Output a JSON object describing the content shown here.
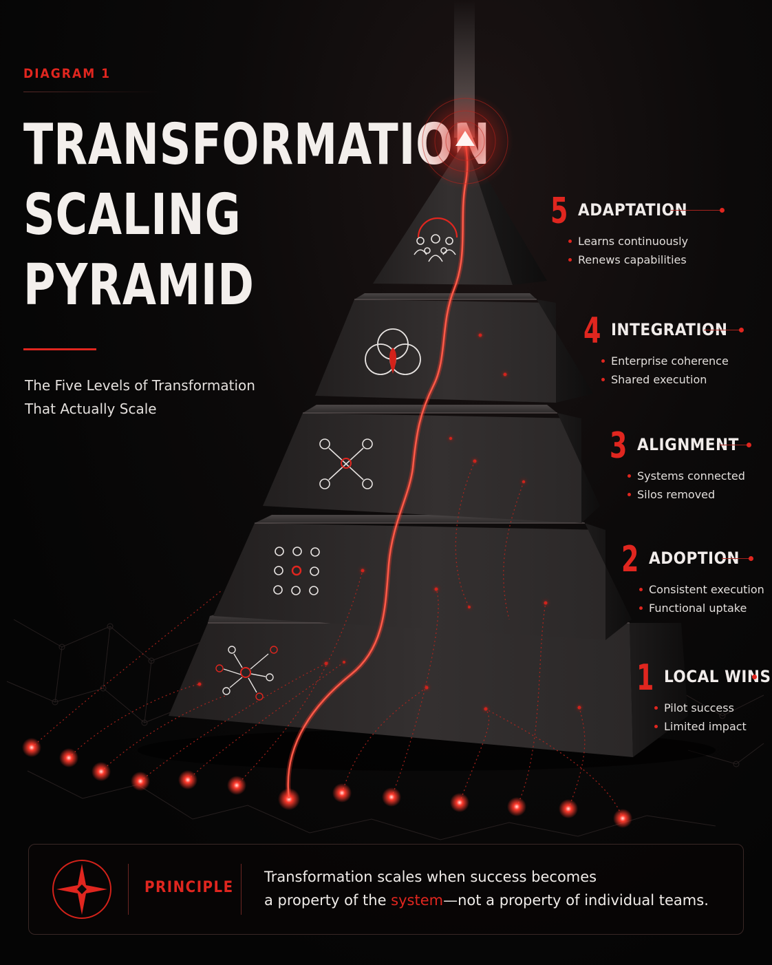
{
  "header": {
    "eyebrow": "DIAGRAM 1",
    "title_lines": [
      "TRANSFORMATION",
      "SCALING",
      "PYRAMID"
    ],
    "subtitle_lines": [
      "The Five Levels of Transformation",
      "That Actually Scale"
    ]
  },
  "levels": [
    {
      "number": "5",
      "title": "ADAPTATION",
      "bullets": [
        "Learns continuously",
        "Renews capabilities"
      ],
      "icon": "team-icon"
    },
    {
      "number": "4",
      "title": "INTEGRATION",
      "bullets": [
        "Enterprise coherence",
        "Shared execution"
      ],
      "icon": "venn-icon"
    },
    {
      "number": "3",
      "title": "ALIGNMENT",
      "bullets": [
        "Systems connected",
        "Silos removed"
      ],
      "icon": "network-icon"
    },
    {
      "number": "2",
      "title": "ADOPTION",
      "bullets": [
        "Consistent execution",
        "Functional uptake"
      ],
      "icon": "grid-dots-icon"
    },
    {
      "number": "1",
      "title": "LOCAL WINS",
      "bullets": [
        "Pilot success",
        "Limited impact"
      ],
      "icon": "scattered-arrows-icon"
    }
  ],
  "principle": {
    "label": "PRINCIPLE",
    "line1": "Transformation scales when success becomes",
    "line2_before": "a property of the ",
    "line2_highlight": "system",
    "line2_after": "—not a property of individual teams.",
    "icon": "compass-star-icon"
  },
  "colors": {
    "accent": "#e0261f",
    "background": "#070606",
    "stone": "#2a2727",
    "text": "#f1ecea"
  }
}
